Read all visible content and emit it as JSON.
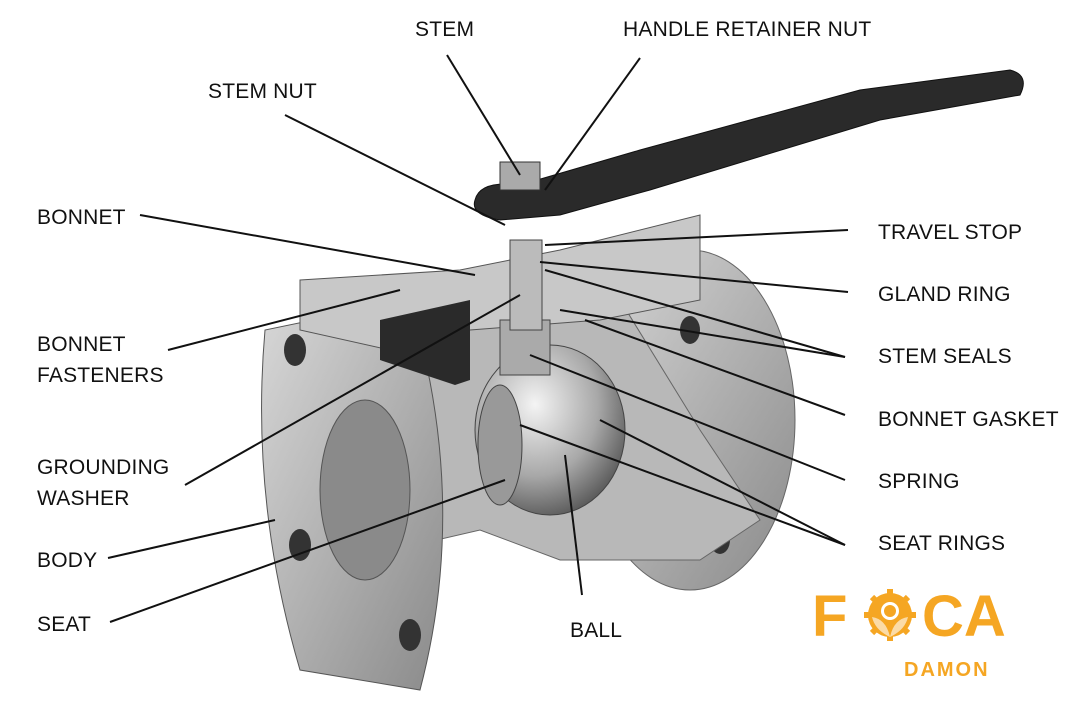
{
  "labels": {
    "stem": "STEM",
    "handle_retainer_nut": "HANDLE RETAINER NUT",
    "stem_nut": "STEM NUT",
    "bonnet": "BONNET",
    "travel_stop": "TRAVEL STOP",
    "gland_ring": "GLAND RING",
    "stem_seals": "STEM SEALS",
    "bonnet_gasket": "BONNET GASKET",
    "spring": "SPRING",
    "seat_rings": "SEAT RINGS",
    "bonnet_fasteners_1": "BONNET",
    "bonnet_fasteners_2": "FASTENERS",
    "grounding_washer_1": "GROUNDING",
    "grounding_washer_2": "WASHER",
    "body": "BODY",
    "seat": "SEAT",
    "ball": "BALL"
  },
  "logo": {
    "text": "FOCA",
    "subtext": "DAMON",
    "color": "#f5a623"
  }
}
